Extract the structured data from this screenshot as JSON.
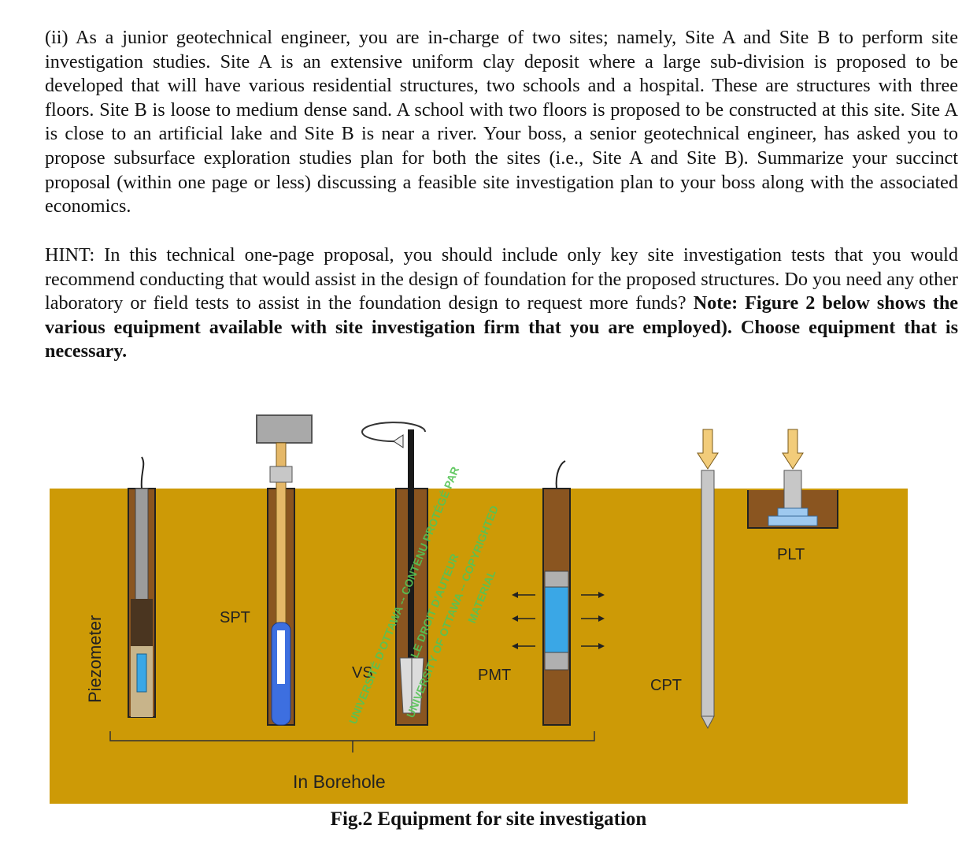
{
  "question": {
    "text": "(ii) As a junior geotechnical engineer, you are in-charge of two sites; namely, Site A and Site B to perform site investigation studies. Site A is an extensive uniform clay deposit where a large sub-division is proposed to be developed that will have various residential structures, two schools and a hospital. These are structures with three floors. Site B is loose to medium dense sand. A school with two floors is proposed to be constructed at this site. Site A is close to an artificial lake and Site B is near a river. Your boss, a senior geotechnical engineer, has asked you to propose subsurface exploration studies plan for both the sites (i.e., Site A and Site B). Summarize your succinct proposal (within one page or less) discussing a feasible site investigation plan to your boss along with the associated economics."
  },
  "hint": {
    "text": "HINT: In this technical one-page proposal, you should include only key site investigation tests that you would recommend conducting that would assist in the design of foundation for the proposed structures. Do you need any other laboratory or field tests to assist in the foundation design to request more funds? ",
    "bold_text": "Note: Figure 2 below shows the various equipment available with site investigation firm that you are employed). Choose equipment that is necessary."
  },
  "figure": {
    "labels": {
      "piezometer": "Piezometer",
      "spt": "SPT",
      "vs": "VS",
      "pmt": "PMT",
      "cpt": "CPT",
      "plt": "PLT",
      "in_borehole": "In Borehole"
    },
    "watermark": {
      "line1": "UNIVERSITÉ D'OTTAWA -- CONTENU PROTÉGÉ PAR",
      "line2": "LE DROIT D'AUTEUR",
      "line3": "UNIVERSITY OF OTTAWA -- COPYRIGHTED",
      "line4": "MATERIAL"
    },
    "colors": {
      "soil": "#cd9a06",
      "borehole": "#8a5520",
      "pipe_gray": "#a9a9a9",
      "probe_blue": "#3aa7e6",
      "watermark_green": "#55c455"
    },
    "caption": "Fig.2 Equipment for site investigation"
  }
}
